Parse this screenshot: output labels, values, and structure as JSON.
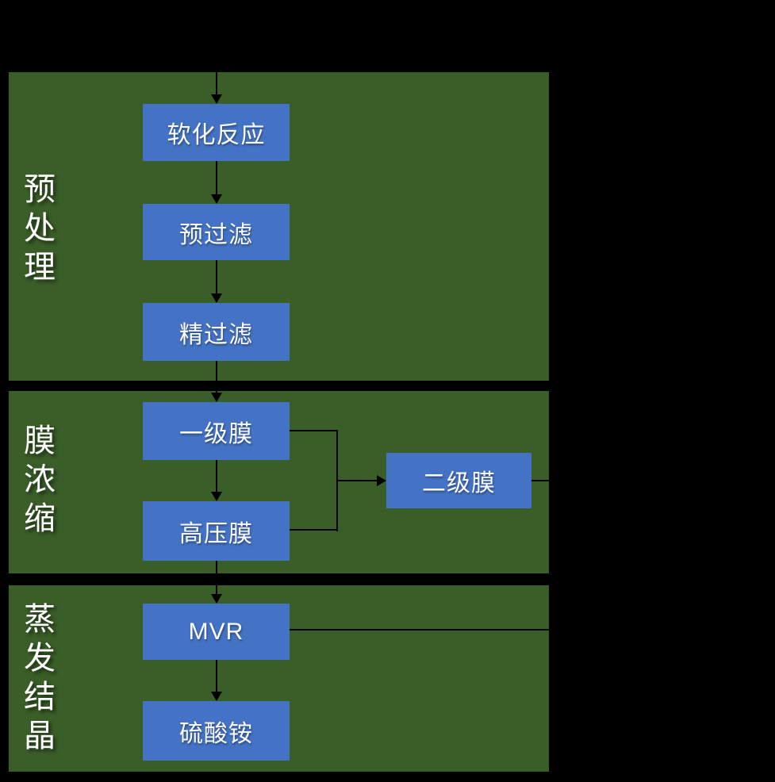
{
  "diagram": {
    "type": "process-flowchart",
    "colors": {
      "background": "#000000",
      "panel": "#3A5E28",
      "node": "#4472C4",
      "connector": "#000000",
      "text": "#FFFFFF"
    },
    "sections": {
      "pretreatment": {
        "label": "预处理"
      },
      "membrane": {
        "label": "膜浓缩"
      },
      "evaporation": {
        "label": "蒸发结晶"
      }
    },
    "nodes": {
      "soften": "软化反应",
      "prefilter": "预过滤",
      "finefilter": "精过滤",
      "membrane1": "一级膜",
      "highpressure": "高压膜",
      "membrane2": "二级膜",
      "mvr": "MVR",
      "ammonium_sulfate": "硫酸铵"
    },
    "edges": [
      {
        "from": "(top-offscreen)",
        "to": "soften"
      },
      {
        "from": "soften",
        "to": "prefilter"
      },
      {
        "from": "prefilter",
        "to": "finefilter"
      },
      {
        "from": "finefilter",
        "to": "membrane1"
      },
      {
        "from": "membrane1",
        "to": "highpressure"
      },
      {
        "from": "membrane1",
        "to": "membrane2"
      },
      {
        "from": "highpressure",
        "to": "membrane2"
      },
      {
        "from": "highpressure",
        "to": "mvr"
      },
      {
        "from": "mvr",
        "to": "ammonium_sulfate"
      },
      {
        "from": "membrane2",
        "to": "(right-offscreen)"
      },
      {
        "from": "mvr",
        "to": "(right-offscreen)"
      }
    ]
  }
}
